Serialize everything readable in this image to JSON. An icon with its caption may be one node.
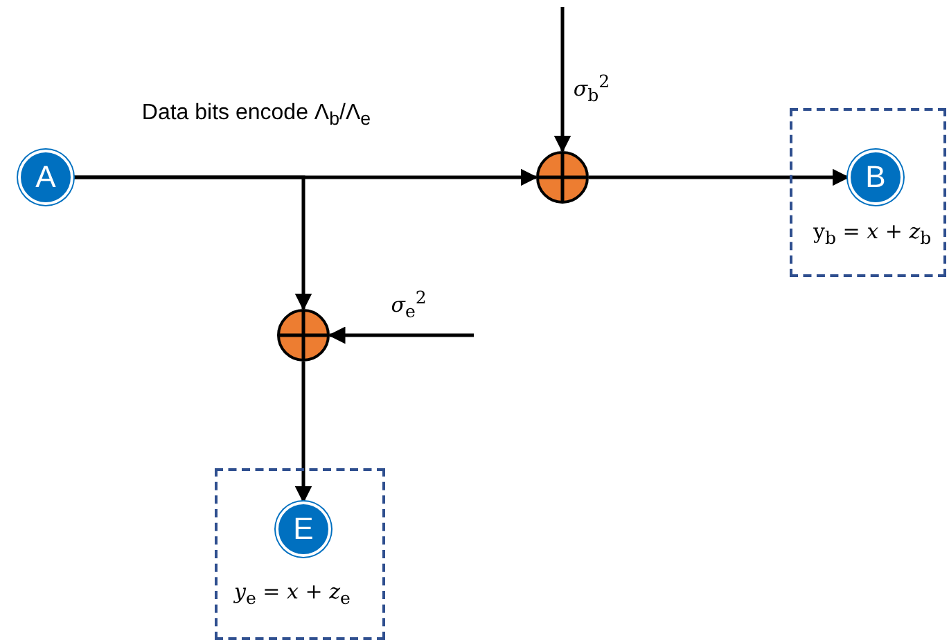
{
  "diagram": {
    "nodes": [
      {
        "text": [
          "A"
        ]
      },
      {
        "text": [],
        "shape": "circle"
      },
      {
        "text": [
          "y$_{b}$ = *x* + *z*$_{b}$"
        ]
      },
      {
        "text": [
          "B"
        ],
        "in": 2
      },
      {
        "text": [],
        "shape": "circle"
      },
      {
        "text": [
          "*y*$_{e}$ = *x* + *z*$_{e}$"
        ]
      },
      {
        "text": [
          "E"
        ],
        "in": 5
      }
    ],
    "edges": [
      {
        "from": 0,
        "to": 1,
        "arrow": "to",
        "label": "Data bits encode Λ$_{b}$/Λ$_{e}$"
      },
      {
        "from": 0,
        "to": 4,
        "arrow": "to"
      },
      {
        "from": null,
        "to": 1,
        "arrow": "to",
        "label": "*σ*$_{b}$$^{2}$"
      },
      {
        "from": 1,
        "to": 3,
        "arrow": "to"
      },
      {
        "from": null,
        "to": 4,
        "arrow": "to",
        "label": "*σ*$_{e}$$^{2}$"
      },
      {
        "from": 4,
        "to": 6,
        "arrow": "to"
      }
    ]
  }
}
